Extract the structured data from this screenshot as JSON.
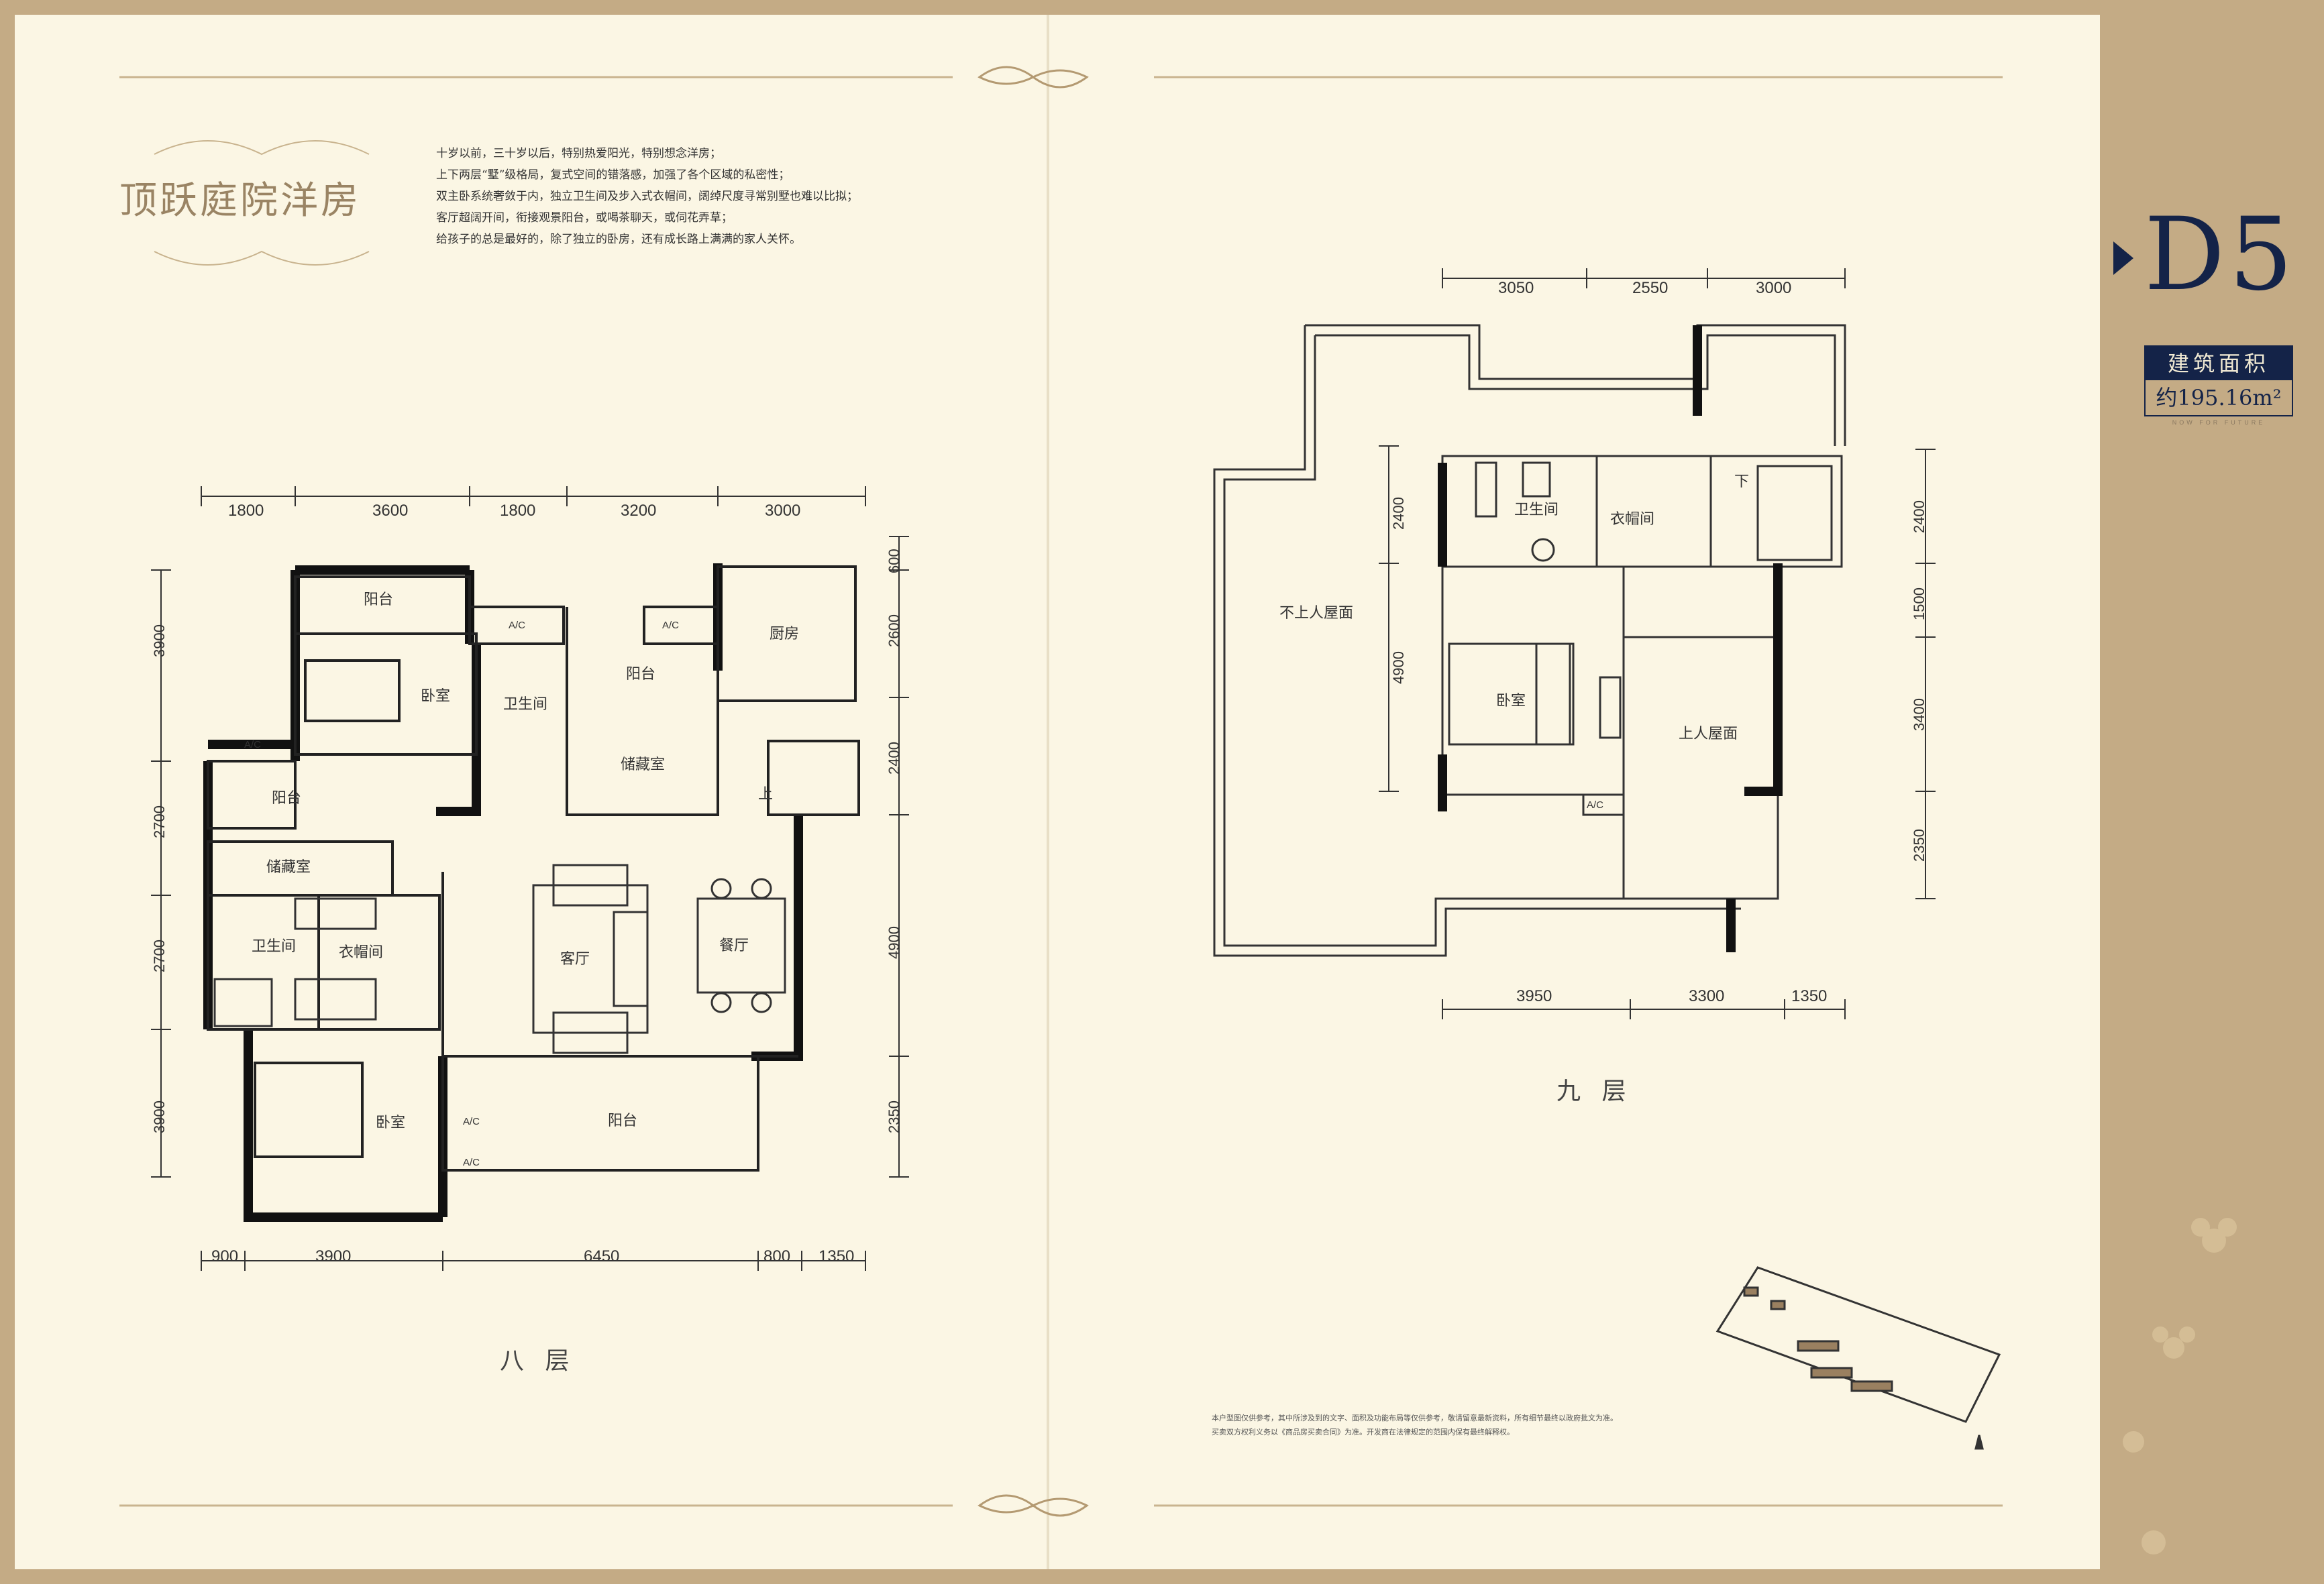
{
  "intro": {
    "title": "顶跃庭院洋房",
    "lines": [
      "十岁以前，三十岁以后，特别热爱阳光，特别想念洋房；",
      "上下两层“墅”级格局，复式空间的错落感，加强了各个区域的私密性；",
      "双主卧系统奢敛于内，独立卫生间及步入式衣帽间，阔绰尺度寻常别墅也难以比拟；",
      "客厅超阔开间，衔接观景阳台，或喝茶聊天，或伺花弄草；",
      "给孩子的总是最好的，除了独立的卧房，还有成长路上满满的家人关怀。"
    ]
  },
  "unit": {
    "code": "D5",
    "area_label": "建筑面积",
    "area_value": "约195.16m²",
    "subtitle": "NOW FOR FUTURE"
  },
  "floor8": {
    "title": "八 层",
    "dims_top": [
      "1800",
      "3600",
      "1800",
      "3200",
      "3000"
    ],
    "dims_bottom": [
      "900",
      "3900",
      "6450",
      "800",
      "1350"
    ],
    "dims_left": [
      "3900",
      "2700",
      "2700",
      "3900"
    ],
    "dims_right": [
      "600",
      "2600",
      "2400",
      "4900",
      "2350"
    ],
    "rooms": {
      "balcony_top": "阳台",
      "bedroom_top": "卧室",
      "bath_top": "卫生间",
      "balcony_mid": "阳台",
      "kitchen": "厨房",
      "storage_mid": "储藏室",
      "balcony_left": "阳台",
      "storage_left": "储藏室",
      "bath_left": "卫生间",
      "closet": "衣帽间",
      "living": "客厅",
      "dining": "餐厅",
      "bedroom_bottom": "卧室",
      "balcony_bottom": "阳台",
      "stair_up": "上",
      "ac": "A/C"
    }
  },
  "floor9": {
    "title": "九 层",
    "dims_top": [
      "3050",
      "2550",
      "3000"
    ],
    "dims_bottom": [
      "3950",
      "3300",
      "1350"
    ],
    "dims_left": [
      "2400",
      "4900"
    ],
    "dims_right": [
      "2400",
      "1500",
      "3400",
      "2350"
    ],
    "rooms": {
      "roof_no_access": "不上人屋面",
      "bath": "卫生间",
      "closet": "衣帽间",
      "bedroom": "卧室",
      "roof_access": "上人屋面",
      "stair_down": "下",
      "ac": "A/C"
    }
  },
  "disclaimer": [
    "本户型图仅供参考，其中所涉及到的文字、面积及功能布局等仅供参考，敬请留意最新资料，所有细节最终以政府批文为准。",
    "买卖双方权利义务以《商品房买卖合同》为准。开发商在法律规定的范围内保有最终解释权。"
  ],
  "colors": {
    "frame": "#c4ab85",
    "paper": "#fbf6e4",
    "navy": "#142348",
    "gold": "#b49a72",
    "wall": "#111111"
  }
}
